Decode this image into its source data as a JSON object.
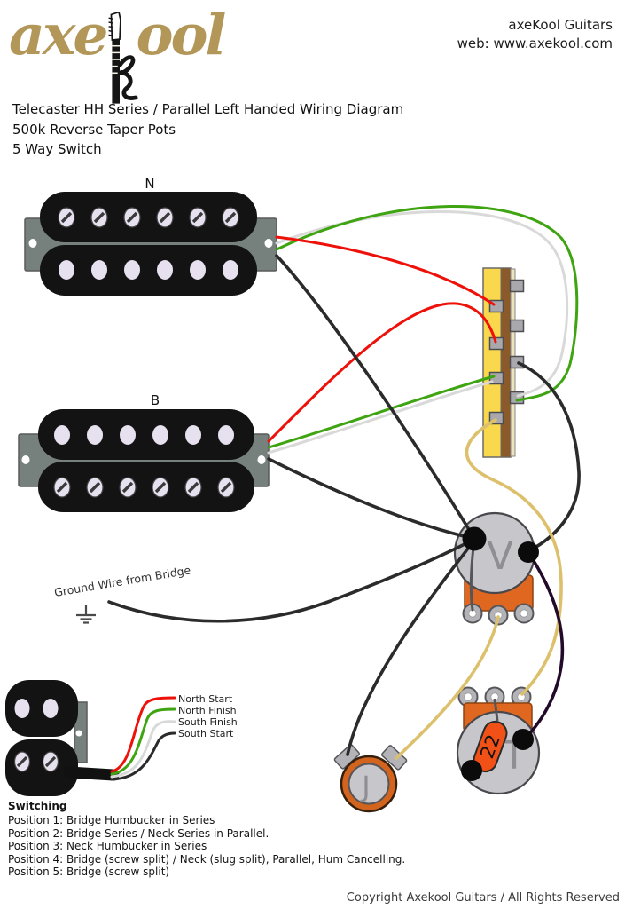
{
  "header": {
    "logo_axe": "axe",
    "logo_ool": "ool",
    "company": "axeKool Guitars",
    "website": "web: www.axekool.com"
  },
  "title": {
    "line1": "Telecaster HH Series / Parallel Left Handed Wiring Diagram",
    "line2": "500k Reverse Taper Pots",
    "line3": "5 Way Switch"
  },
  "diagram": {
    "neck_pickup_label": "N",
    "bridge_pickup_label": "B",
    "volume_pot_label": "V",
    "tone_pot_label": "T",
    "output_jack_label": "J",
    "capacitor_value": "22",
    "ground_wire_label": "Ground Wire from Bridge",
    "wire_legend": [
      "North Start",
      "North Finish",
      "South Finish",
      "South Start"
    ]
  },
  "switching": {
    "heading": "Switching",
    "positions": [
      "Position 1: Bridge Humbucker in Series",
      "Position 2: Bridge Series / Neck Series in Parallel.",
      "Position 3: Neck Humbucker in Series",
      "Position 4: Bridge (screw split) / Neck (slug split), Parallel, Hum Cancelling.",
      "Position 5: Bridge (screw split)"
    ]
  },
  "footer": {
    "copyright": "Copyright Axekool Guitars / All Rights Reserved"
  },
  "colors": {
    "red_wire": "#ee1109",
    "green_wire": "#3fa412",
    "white_wire": "#d9d9d9",
    "black_wire": "#2b2b2b",
    "yellow_wire": "#ddc06c",
    "purple_wire": "#220a2a",
    "switch_body": "#f9d84e",
    "switch_wood": "#8a5a2b",
    "pot_casing": "#e0671f",
    "pot_face": "#c7c7cb",
    "capacitor": "#f15016",
    "jack_ring": "#d2641e",
    "baseplate": "#76817d",
    "logo_gold": "#b29758"
  }
}
